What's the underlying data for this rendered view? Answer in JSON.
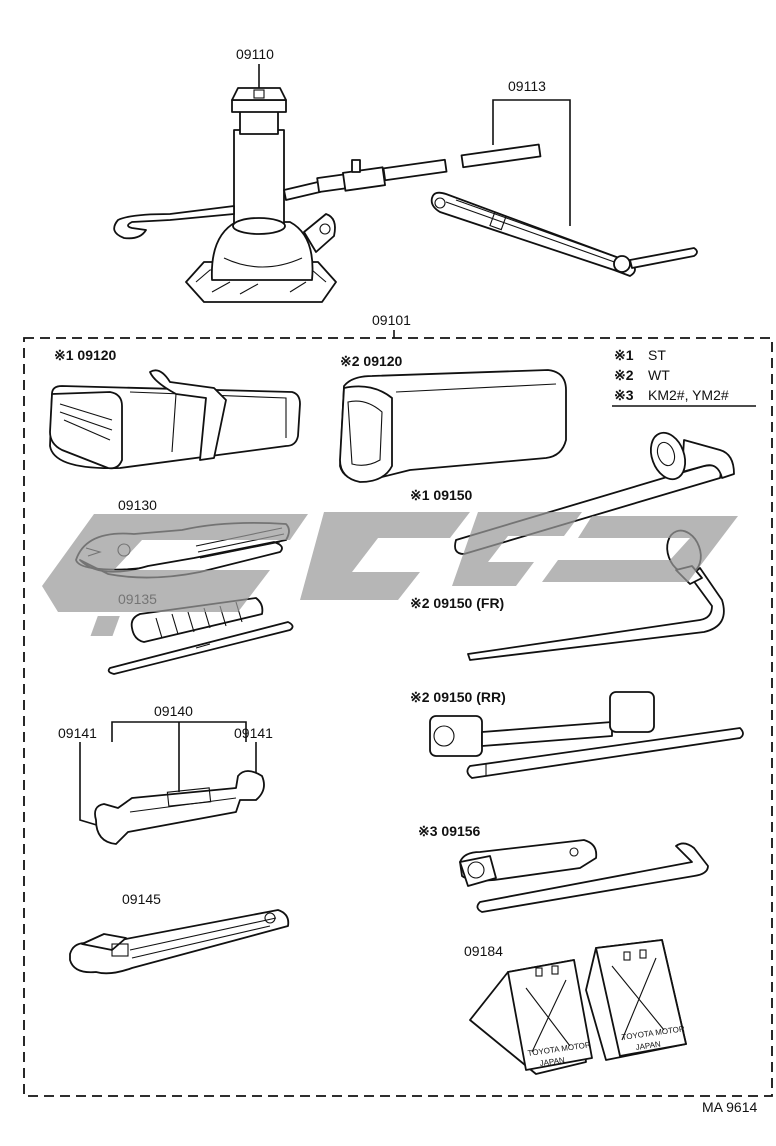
{
  "labels": {
    "jack": "09110",
    "handle": "09113",
    "kit": "09101",
    "bag_st": "※1 09120",
    "bag_wt": "※2 09120",
    "pliers": "09130",
    "screwdriver": "09135",
    "wrench_set": "09140",
    "wrench_left": "09141",
    "wrench_right": "09141",
    "adjustable": "09145",
    "lug1": "※1 09150",
    "lug2_fr": "※2 09150 (FR)",
    "lug2_rr": "※2 09150 (RR)",
    "lug3": "※3 09156",
    "chocks": "09184",
    "footer": "MA 9614"
  },
  "legend": [
    {
      "mark": "※1",
      "text": "ST"
    },
    {
      "mark": "※2",
      "text": "WT"
    },
    {
      "mark": "※3",
      "text": "KM2#, YM2#"
    }
  ],
  "chock_text": {
    "line1": "TOYOTA MOTOR",
    "line2": "JAPAN"
  },
  "watermark_color": "#9a9a9a"
}
